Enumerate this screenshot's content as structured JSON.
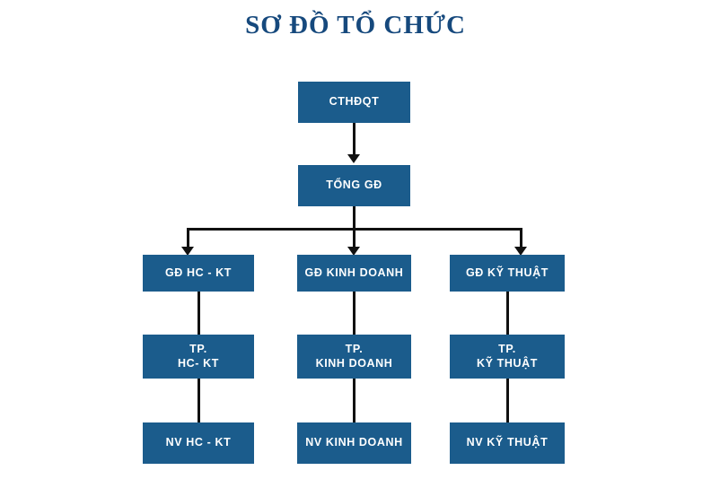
{
  "title": "SƠ ĐỒ TỔ CHỨC",
  "colors": {
    "node_fill": "#1b5c8c",
    "node_text": "#ffffff",
    "title_text": "#16497d",
    "connector": "#111111",
    "background": "#ffffff"
  },
  "nodes": {
    "chairman": "CTHĐQT",
    "ceo": "TỔNG GĐ",
    "dir_admin": "GĐ HC - KT",
    "dir_sales": "GĐ KINH DOANH",
    "dir_tech": "GĐ KỸ THUẬT",
    "head_admin": "TP.\nHC- KT",
    "head_sales": "TP.\nKINH DOANH",
    "head_tech": "TP.\nKỸ THUẬT",
    "staff_admin": "NV HC - KT",
    "staff_sales": "NV KINH DOANH",
    "staff_tech": "NV KỸ THUẬT"
  }
}
